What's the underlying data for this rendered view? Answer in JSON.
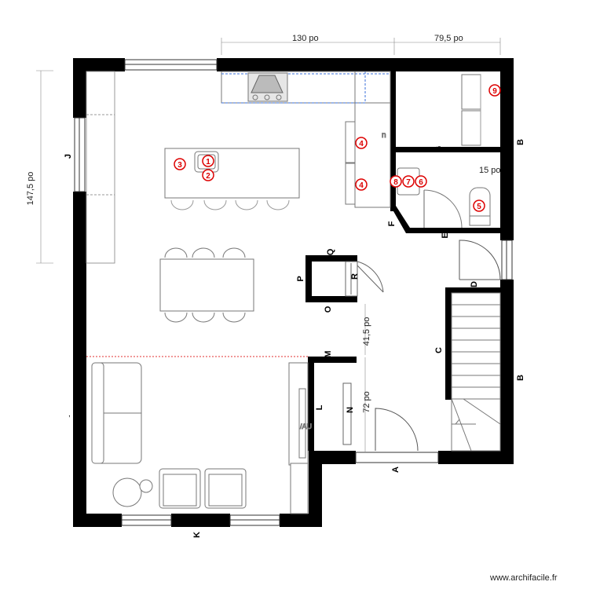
{
  "dimensions": {
    "top_middle": "130 po",
    "top_right": "79,5 po",
    "left_height": "147,5 po",
    "wc_width": "15 po",
    "hall_small": "41,5 po",
    "hall_large": "72 po"
  },
  "wall_labels": {
    "A": "A",
    "B_upper": "B",
    "B_lower": "B",
    "C": "C",
    "D": "D",
    "E": "E",
    "F": "F",
    "G": "G",
    "J": "J",
    "K": "K",
    "L": "L",
    "M": "M",
    "N": "N",
    "O": "O",
    "P": "P",
    "Q": "Q",
    "R": "R"
  },
  "markers": [
    {
      "label": "1",
      "kind": "circle"
    },
    {
      "label": "2",
      "kind": "circle"
    },
    {
      "label": "3",
      "kind": "circle"
    },
    {
      "label": "4",
      "kind": "circle"
    },
    {
      "label": "4",
      "kind": "circle"
    },
    {
      "label": "5",
      "kind": "circle"
    },
    {
      "label": "6",
      "kind": "circle"
    },
    {
      "label": "7",
      "kind": "circle"
    },
    {
      "label": "8",
      "kind": "circle"
    },
    {
      "label": "9",
      "kind": "circle"
    }
  ],
  "credit": "www.archifacile.fr",
  "colors": {
    "wall": "#000000",
    "line": "#555555",
    "furniture": "#777777",
    "marker": "#dd0000",
    "dashed_blue": "#3a6fd8",
    "dashed_red": "#e03030"
  }
}
